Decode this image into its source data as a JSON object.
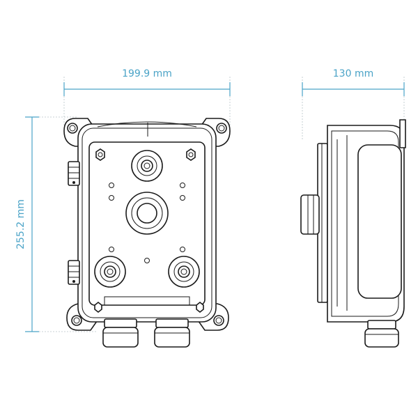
{
  "dimensions": {
    "width_label": "199.9 mm",
    "depth_label": "130 mm",
    "height_label": "255.2 mm"
  },
  "colors": {
    "dimension": "#4aa3c7",
    "outline": "#1a1a1a",
    "extension": "#b8c4c8"
  }
}
